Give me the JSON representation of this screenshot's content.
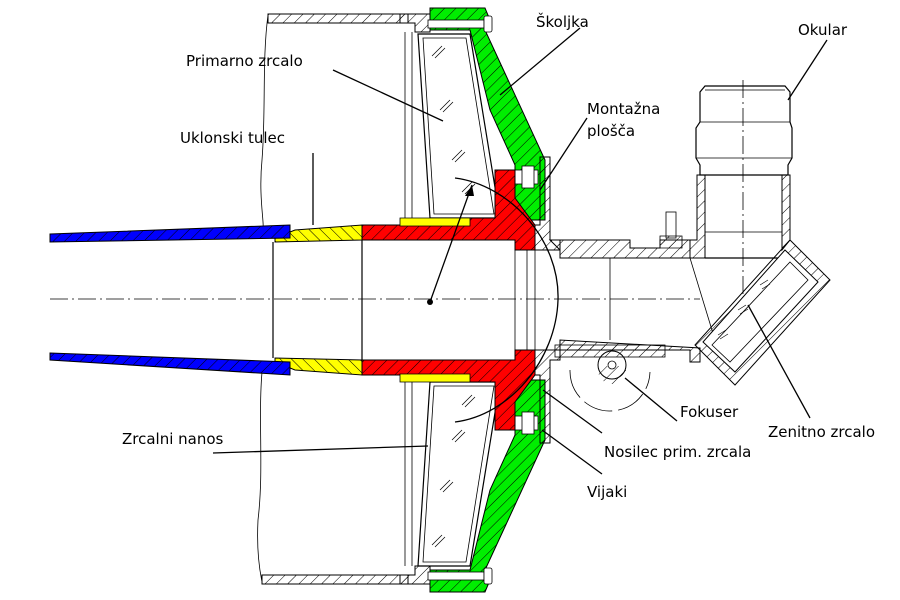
{
  "title": "Cross-section of a catadioptric telescope rear assembly",
  "colors": {
    "baffle_tube": "#0000ff",
    "sleeve_yellow": "#ffff00",
    "mirror_carrier": "#ff0000",
    "shell": "#00ee00",
    "line": "#000000",
    "background": "#ffffff"
  },
  "labels": {
    "primary_mirror": "Primarno zrcalo",
    "baffle_tube": "Uklonski tulec",
    "shell": "Školjka",
    "mounting_plate_line1": "Montažna",
    "mounting_plate_line2": "plošča",
    "eyepiece": "Okular",
    "focuser": "Fokuser",
    "diagonal_mirror": "Zenitno zrcalo",
    "mirror_carrier": "Nosilec prim. zrcala",
    "screws": "Vijaki",
    "mirror_coating": "Zrcalni nanos"
  }
}
